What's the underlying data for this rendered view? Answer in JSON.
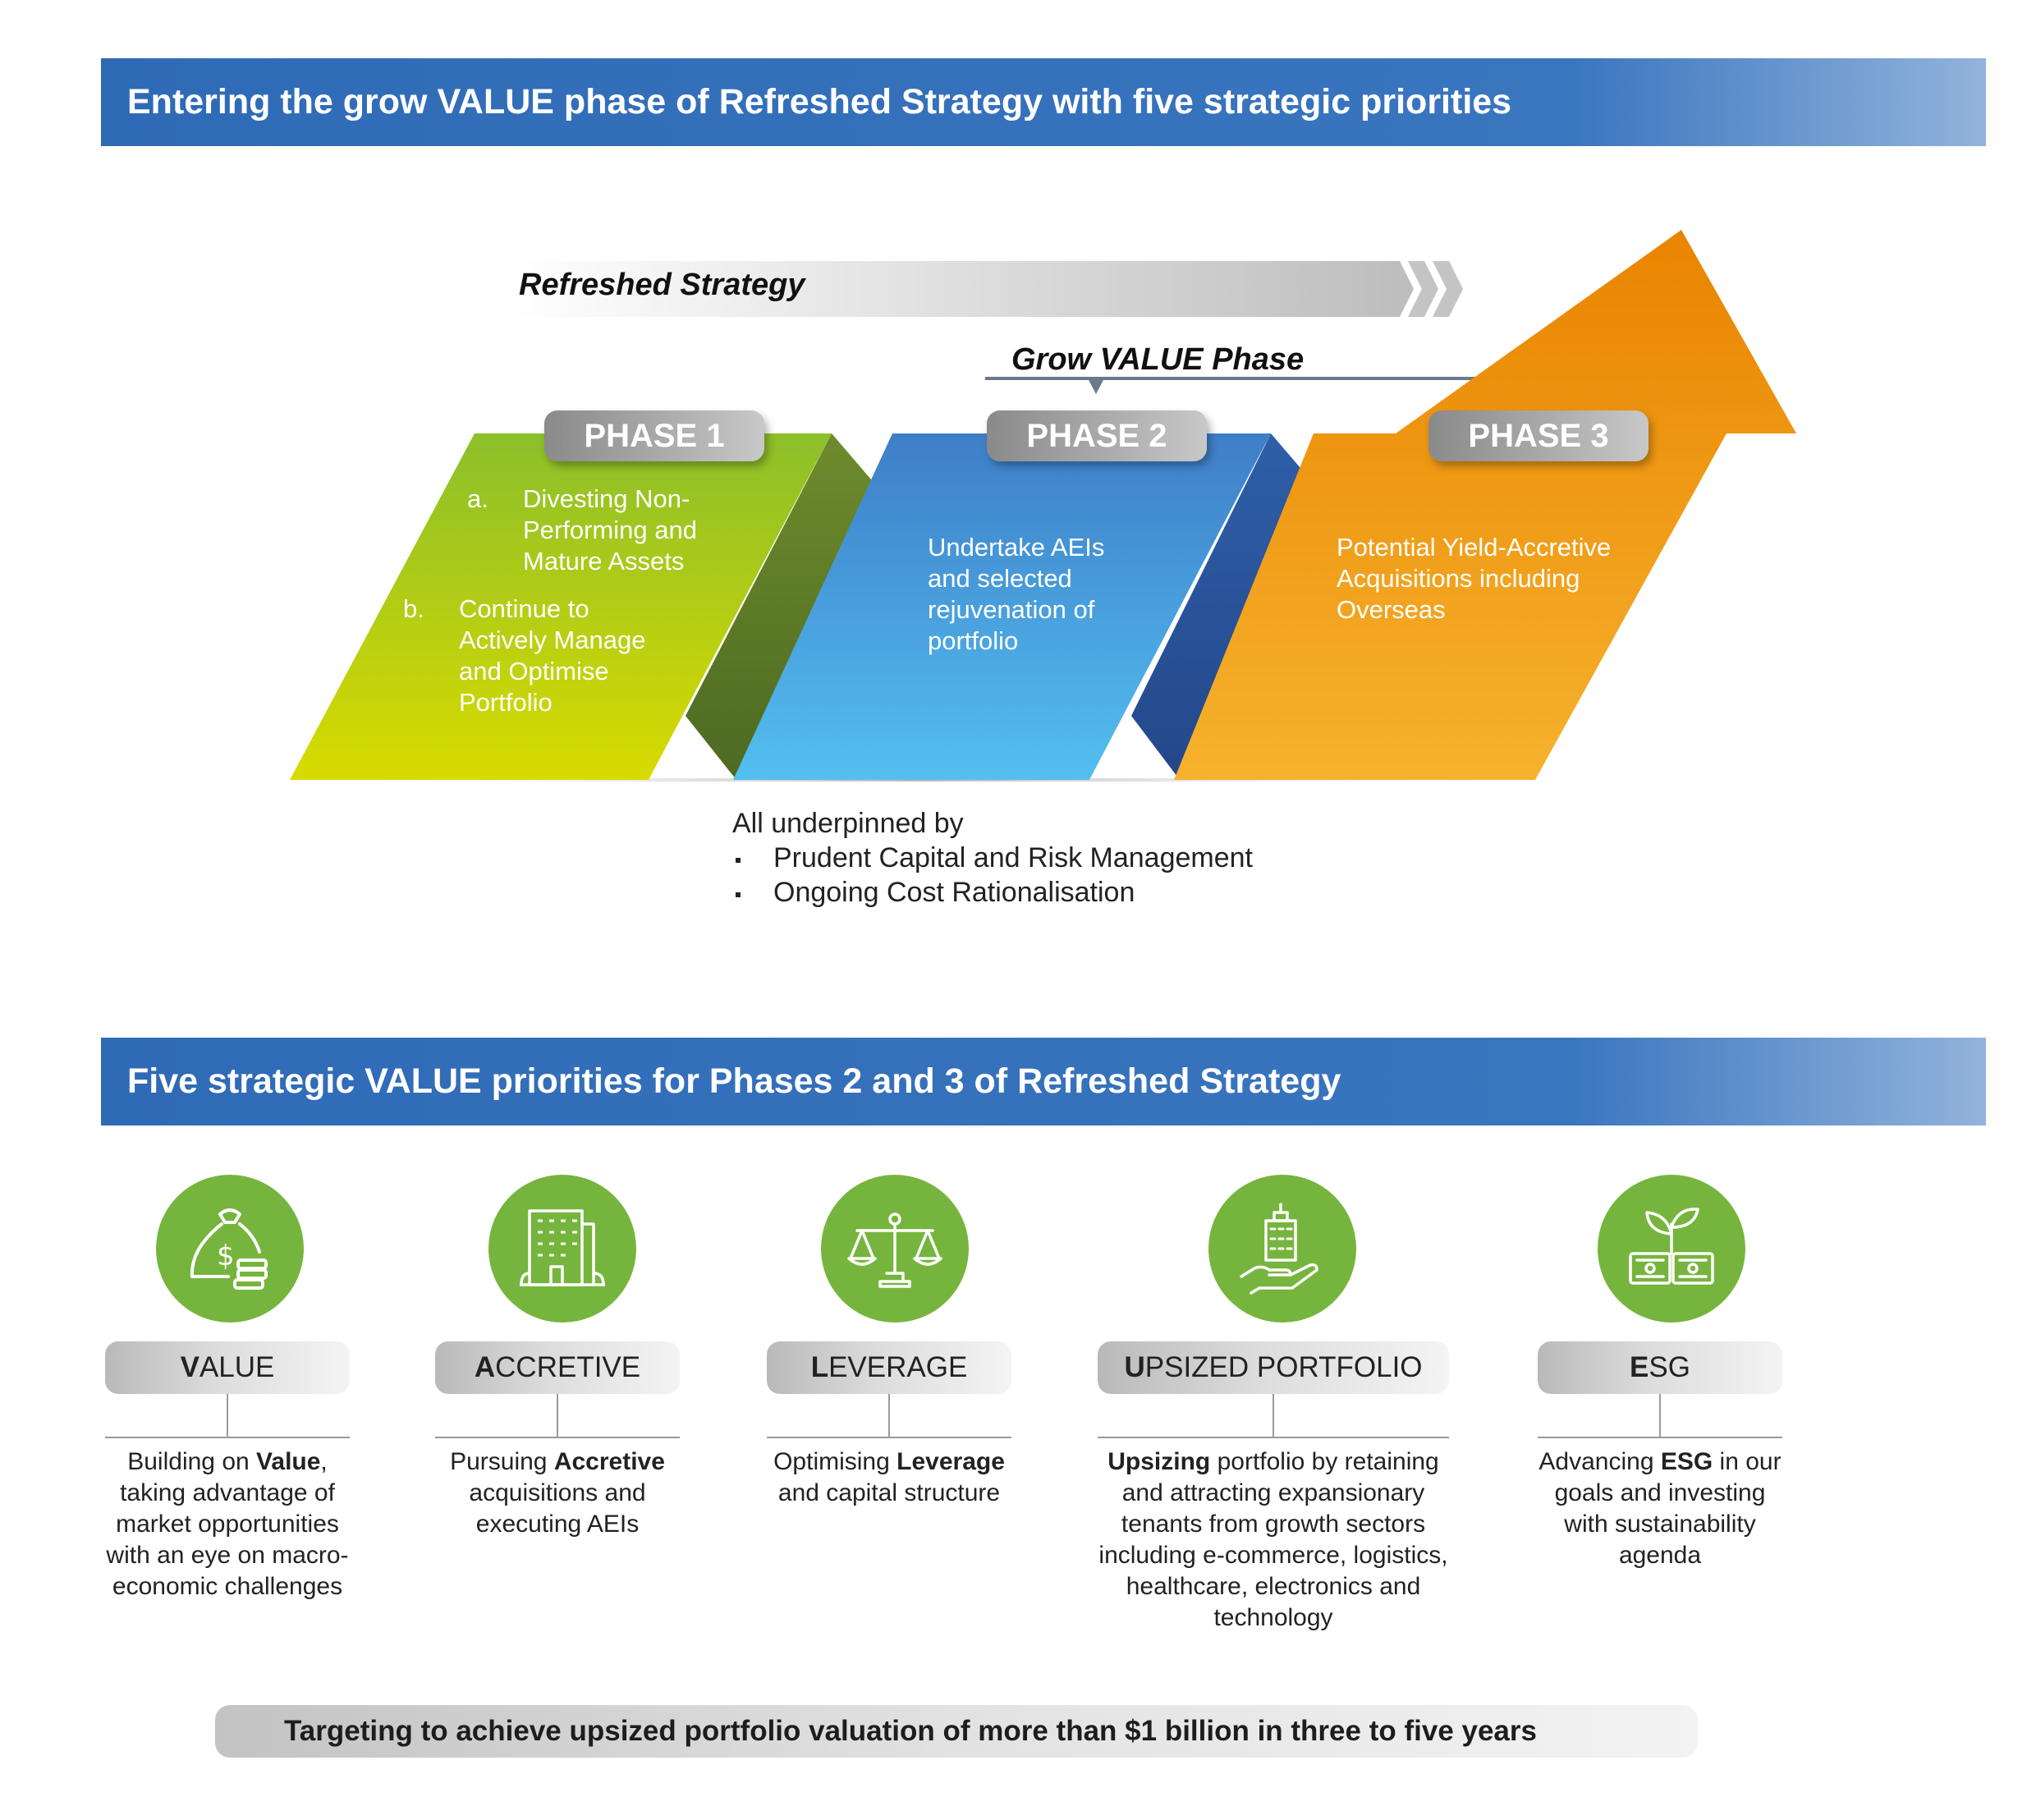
{
  "banner1": {
    "title": "Entering the grow VALUE phase of Refreshed Strategy with five strategic priorities"
  },
  "banner2": {
    "title": "Five strategic VALUE priorities for Phases 2 and 3 of Refreshed Strategy"
  },
  "refreshed_strategy": "Refreshed Strategy",
  "grow_value_phase": "Grow VALUE Phase",
  "colors": {
    "banner": "#3a76bf",
    "phase1": "#a8c820",
    "phase2": "#4aa3e0",
    "phase3": "#f19a1a",
    "icon_circle": "#76b53d"
  },
  "phases": [
    {
      "label": "PHASE 1",
      "items": [
        {
          "letter": "a.",
          "text": "Divesting Non-Performing and Mature Assets"
        },
        {
          "letter": "b.",
          "text": "Continue to Actively Manage and Optimise Portfolio"
        }
      ]
    },
    {
      "label": "PHASE 2",
      "text": "Undertake AEIs and selected rejuvenation of portfolio"
    },
    {
      "label": "PHASE 3",
      "text": "Potential Yield-Accretive Acquisitions including Overseas"
    }
  ],
  "underpinned": {
    "intro": "All underpinned by",
    "items": [
      "Prudent Capital and Risk Management",
      "Ongoing Cost Rationalisation"
    ]
  },
  "priorities": [
    {
      "icon": "money-bag-icon",
      "first": "V",
      "rest": "ALUE",
      "desc": [
        {
          "t": "Building on "
        },
        {
          "b": "Value"
        },
        {
          "t": ", taking advantage of market opportunities with an eye on macro-economic challenges"
        }
      ]
    },
    {
      "icon": "building-icon",
      "first": "A",
      "rest": "CCRETIVE",
      "desc": [
        {
          "t": "Pursuing "
        },
        {
          "b": "Accretive"
        },
        {
          "t": " acquisitions and executing AEIs"
        }
      ]
    },
    {
      "icon": "scales-icon",
      "first": "L",
      "rest": "EVERAGE",
      "desc": [
        {
          "t": "Optimising "
        },
        {
          "b": "Leverage"
        },
        {
          "t": " and capital structure"
        }
      ]
    },
    {
      "icon": "hand-building-icon",
      "first": "U",
      "rest": "PSIZED PORTFOLIO",
      "desc": [
        {
          "b": "Upsizing"
        },
        {
          "t": " portfolio by retaining and attracting expansionary tenants from growth sectors including e-commerce, logistics, healthcare, electronics and technology"
        }
      ]
    },
    {
      "icon": "plant-money-icon",
      "first": "E",
      "rest": "SG",
      "desc": [
        {
          "t": "Advancing "
        },
        {
          "b": "ESG"
        },
        {
          "t": " in our goals and investing with sustainability agenda"
        }
      ]
    }
  ],
  "target": "Targeting to achieve upsized portfolio valuation of more than $1 billion in three to five years"
}
